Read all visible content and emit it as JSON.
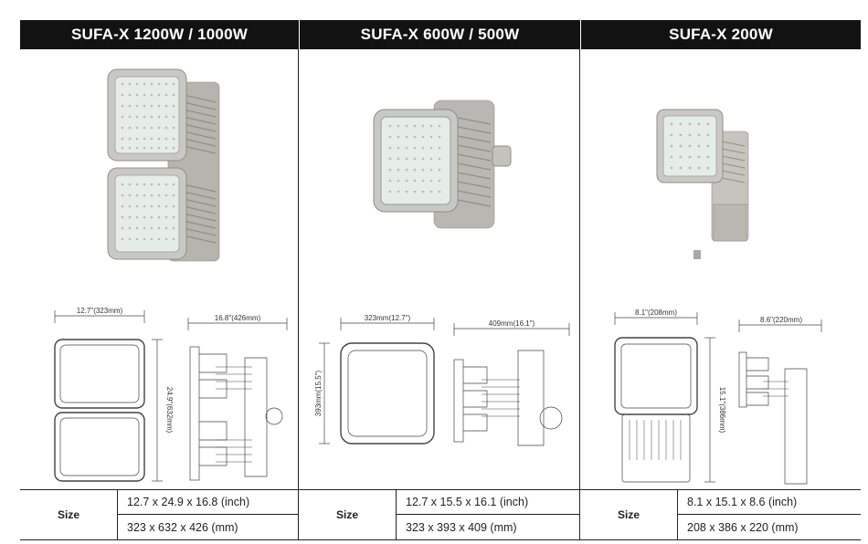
{
  "columns": [
    {
      "title": "SUFA-X 1200W / 1000W",
      "dims": {
        "width": "12.7\"(323mm)",
        "depth": "16.8\"(426mm)",
        "height": "24.9\"(632mm)"
      },
      "spec_label": "Size",
      "spec_inch": "12.7 x 24.9 x 16.8 (inch)",
      "spec_mm": "323 x 632 x 426 (mm)"
    },
    {
      "title": "SUFA-X 600W / 500W",
      "dims": {
        "width": "323mm(12.7\")",
        "depth": "409mm(16.1\")",
        "height": "393mm(15.5\")"
      },
      "spec_label": "Size",
      "spec_inch": "12.7 x 15.5 x 16.1 (inch)",
      "spec_mm": "323 x 393 x 409 (mm)"
    },
    {
      "title": "SUFA-X 200W",
      "dims": {
        "width": "8.1\"(208mm)",
        "depth": "8.6\"(220mm)",
        "height": "15.1\"(386mm)"
      },
      "spec_label": "Size",
      "spec_inch": "8.1 x 15.1 x 8.6 (inch)",
      "spec_mm": "208 x 386 x 220 (mm)"
    }
  ],
  "colors": {
    "header_bg": "#121212",
    "header_text": "#ffffff",
    "housing": "#c9c8c2",
    "led_panel": "#e6ece8"
  }
}
